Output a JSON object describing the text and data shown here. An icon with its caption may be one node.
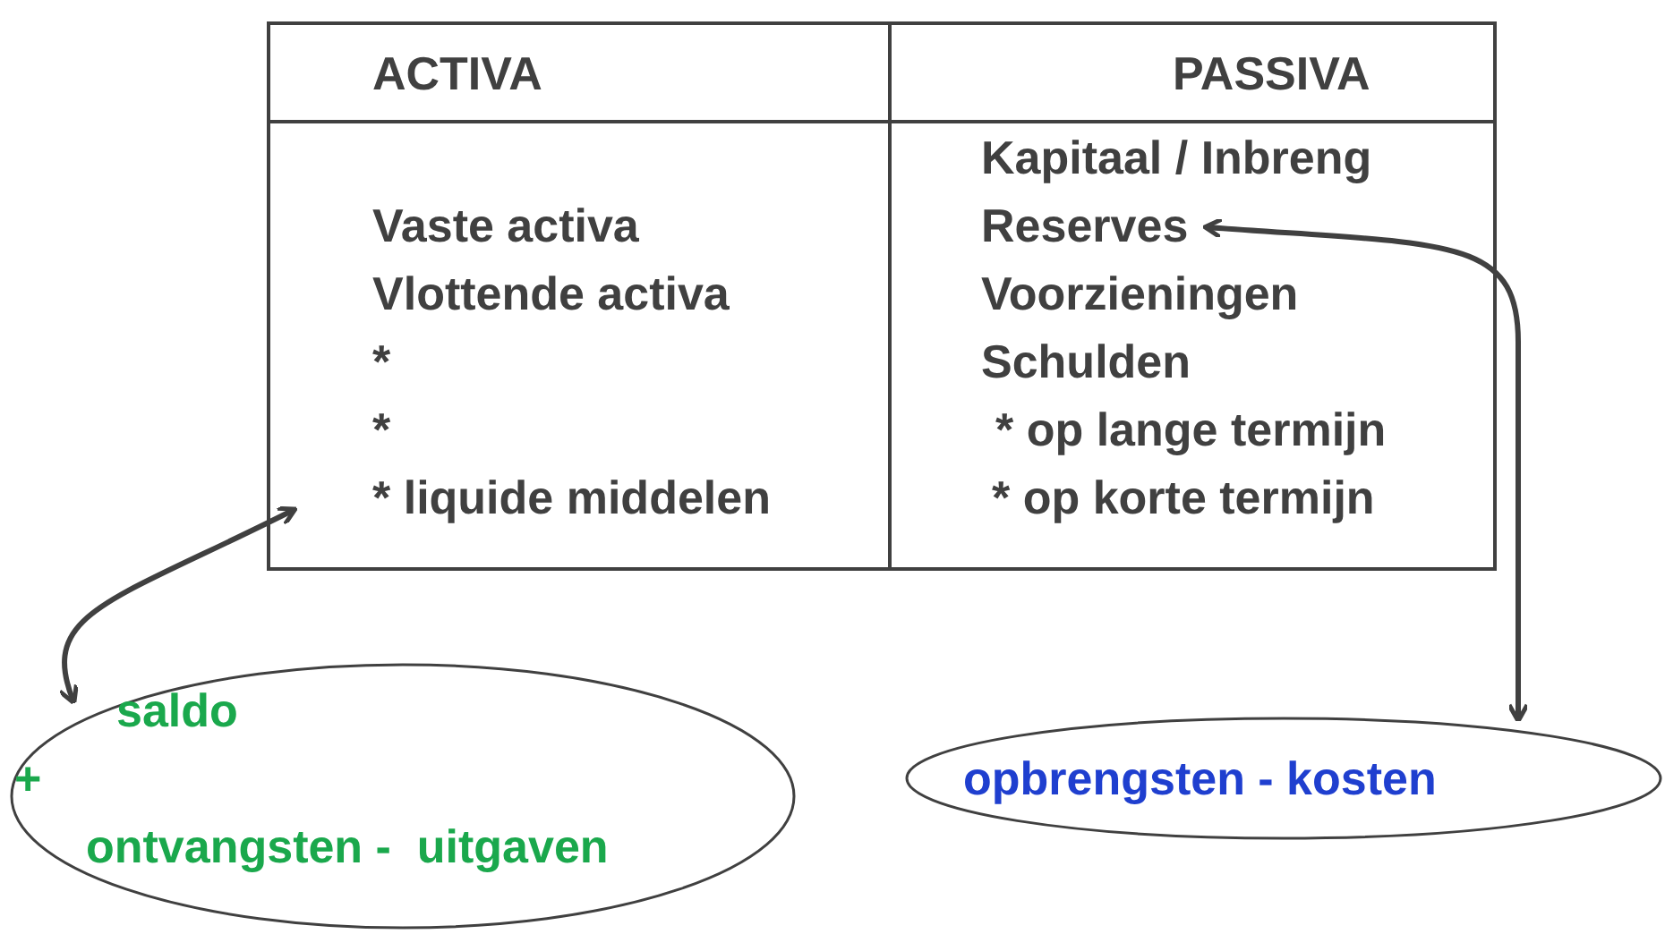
{
  "diagram": {
    "nodes": [
      {
        "text": [
          "* liquide middelen"
        ]
      },
      {
        "text": [
          "Reserves"
        ]
      },
      {
        "text": [
          "saldo",
          "+",
          "ontvangsten -  uitgaven"
        ]
      },
      {
        "text": [
          "opbrengsten - kosten"
        ]
      }
    ],
    "edges": [
      {
        "from": 2,
        "to": 0,
        "arrow": "both"
      },
      {
        "from": 3,
        "to": 1,
        "arrow": "both"
      }
    ],
    "labels": [
      "ACTIVA",
      "PASSIVA",
      "Kapitaal / Inbreng",
      "Vaste activa",
      "Vlottende activa",
      "Voorzieningen",
      "*",
      "Schulden",
      "*",
      "* op lange termijn",
      "* op korte termijn"
    ]
  }
}
